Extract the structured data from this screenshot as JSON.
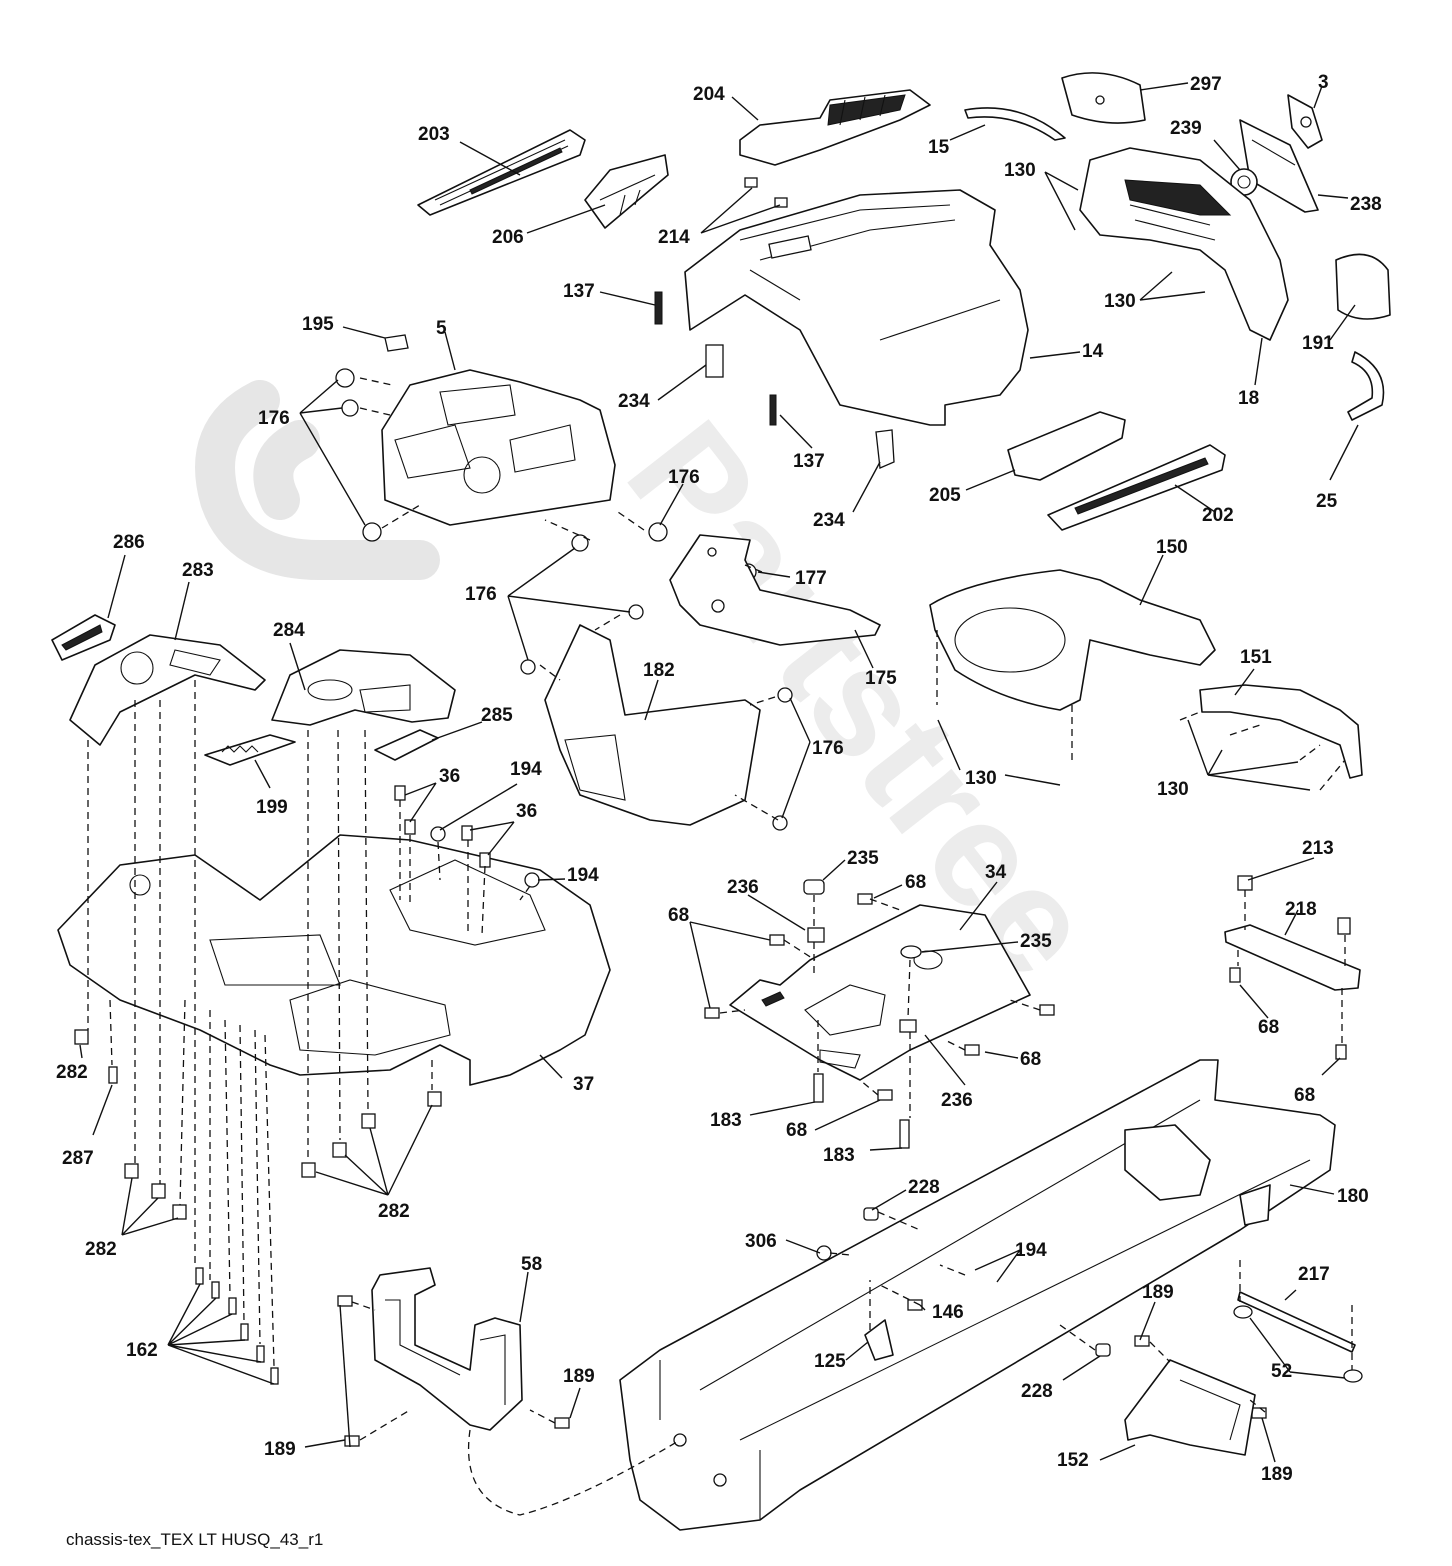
{
  "footer": {
    "caption": "chassis-tex_TEX LT HUSQ_43_r1"
  },
  "callouts": [
    {
      "id": "c203",
      "text": "203"
    },
    {
      "id": "c204",
      "text": "204"
    },
    {
      "id": "c297",
      "text": "297"
    },
    {
      "id": "c3",
      "text": "3"
    },
    {
      "id": "c15",
      "text": "15"
    },
    {
      "id": "c239",
      "text": "239"
    },
    {
      "id": "c130a",
      "text": "130"
    },
    {
      "id": "c238",
      "text": "238"
    },
    {
      "id": "c206",
      "text": "206"
    },
    {
      "id": "c214",
      "text": "214"
    },
    {
      "id": "c137a",
      "text": "137"
    },
    {
      "id": "c130b",
      "text": "130"
    },
    {
      "id": "c195",
      "text": "195"
    },
    {
      "id": "c5",
      "text": "5"
    },
    {
      "id": "c191",
      "text": "191"
    },
    {
      "id": "c14",
      "text": "14"
    },
    {
      "id": "c176a",
      "text": "176"
    },
    {
      "id": "c234a",
      "text": "234"
    },
    {
      "id": "c18",
      "text": "18"
    },
    {
      "id": "c137b",
      "text": "137"
    },
    {
      "id": "c176b",
      "text": "176"
    },
    {
      "id": "c234b",
      "text": "234"
    },
    {
      "id": "c205",
      "text": "205"
    },
    {
      "id": "c202",
      "text": "202"
    },
    {
      "id": "c25",
      "text": "25"
    },
    {
      "id": "c286",
      "text": "286"
    },
    {
      "id": "c150",
      "text": "150"
    },
    {
      "id": "c283",
      "text": "283"
    },
    {
      "id": "c177",
      "text": "177"
    },
    {
      "id": "c176c",
      "text": "176"
    },
    {
      "id": "c284",
      "text": "284"
    },
    {
      "id": "c182",
      "text": "182"
    },
    {
      "id": "c175",
      "text": "175"
    },
    {
      "id": "c151",
      "text": "151"
    },
    {
      "id": "c285",
      "text": "285"
    },
    {
      "id": "c176d",
      "text": "176"
    },
    {
      "id": "c130c",
      "text": "130"
    },
    {
      "id": "c130d",
      "text": "130"
    },
    {
      "id": "c36a",
      "text": "36"
    },
    {
      "id": "c194a",
      "text": "194"
    },
    {
      "id": "c199",
      "text": "199"
    },
    {
      "id": "c36b",
      "text": "36"
    },
    {
      "id": "c235a",
      "text": "235"
    },
    {
      "id": "c213",
      "text": "213"
    },
    {
      "id": "c194b",
      "text": "194"
    },
    {
      "id": "c34",
      "text": "34"
    },
    {
      "id": "c236a",
      "text": "236"
    },
    {
      "id": "c68a",
      "text": "68"
    },
    {
      "id": "c218",
      "text": "218"
    },
    {
      "id": "c68b",
      "text": "68"
    },
    {
      "id": "c235b",
      "text": "235"
    },
    {
      "id": "c68c",
      "text": "68"
    },
    {
      "id": "c282a",
      "text": "282"
    },
    {
      "id": "c68d",
      "text": "68"
    },
    {
      "id": "c37",
      "text": "37"
    },
    {
      "id": "c68e",
      "text": "68"
    },
    {
      "id": "c236b",
      "text": "236"
    },
    {
      "id": "c183a",
      "text": "183"
    },
    {
      "id": "c68f",
      "text": "68"
    },
    {
      "id": "c287",
      "text": "287"
    },
    {
      "id": "c183b",
      "text": "183"
    },
    {
      "id": "c282b",
      "text": "282"
    },
    {
      "id": "c282c",
      "text": "282"
    },
    {
      "id": "c228a",
      "text": "228"
    },
    {
      "id": "c180",
      "text": "180"
    },
    {
      "id": "c306",
      "text": "306"
    },
    {
      "id": "c194c",
      "text": "194"
    },
    {
      "id": "c58",
      "text": "58"
    },
    {
      "id": "c217",
      "text": "217"
    },
    {
      "id": "c189a",
      "text": "189"
    },
    {
      "id": "c146",
      "text": "146"
    },
    {
      "id": "c162",
      "text": "162"
    },
    {
      "id": "c125",
      "text": "125"
    },
    {
      "id": "c52",
      "text": "52"
    },
    {
      "id": "c228b",
      "text": "228"
    },
    {
      "id": "c189b",
      "text": "189"
    },
    {
      "id": "c189c",
      "text": "189"
    },
    {
      "id": "c152",
      "text": "152"
    },
    {
      "id": "c189d",
      "text": "189"
    }
  ]
}
